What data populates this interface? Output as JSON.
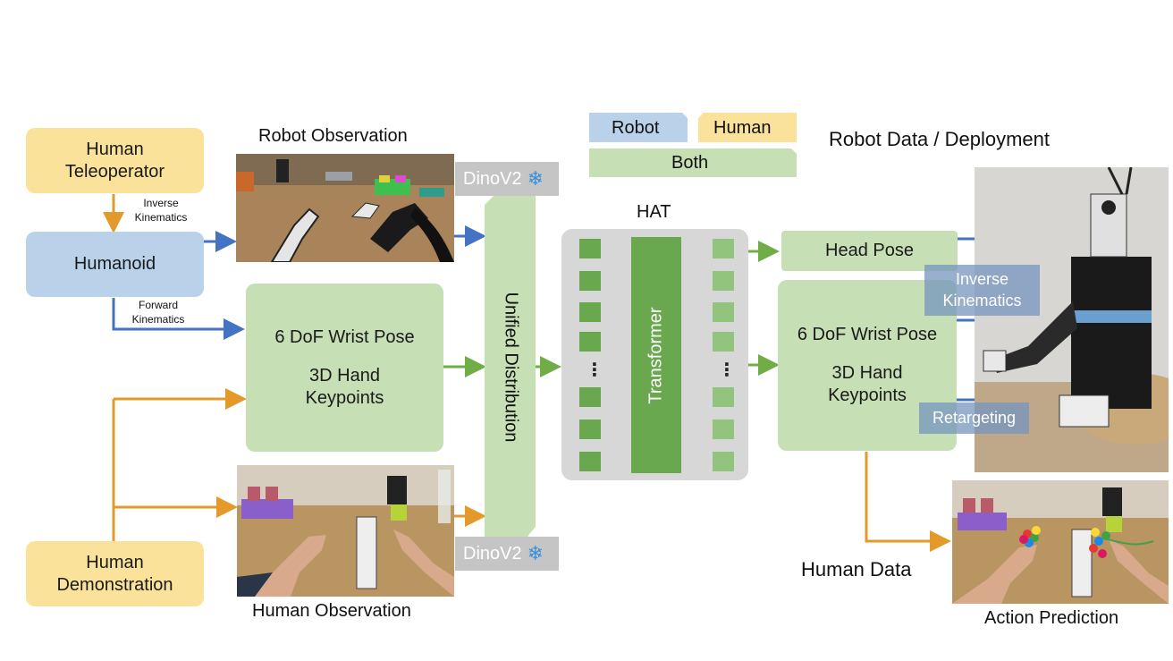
{
  "legend": {
    "robot": "Robot",
    "human": "Human",
    "both": "Both"
  },
  "left": {
    "teleoperator": "Human\nTeleoperator",
    "humanoid": "Humanoid",
    "demonstration": "Human\nDemonstration",
    "inverse_kinematics": "Inverse\nKinematics",
    "forward_kinematics": "Forward\nKinematics"
  },
  "observations": {
    "robot": "Robot Observation",
    "human": "Human Observation"
  },
  "wrist_box": {
    "line1": "6 DoF Wrist Pose",
    "line2": "3D Hand\nKeypoints"
  },
  "encoder": {
    "label": "DinoV2",
    "unified": "Unified Distribution"
  },
  "hat": {
    "title": "HAT",
    "transformer": "Transformer",
    "dots": "⋮"
  },
  "outputs": {
    "head_pose": "Head Pose",
    "wrist": "6 DoF Wrist Pose",
    "keypoints": "3D Hand\nKeypoints",
    "inverse_kinematics": "Inverse\nKinematics",
    "retargeting": "Retargeting",
    "robot_deploy": "Robot Data / Deployment",
    "human_data": "Human Data",
    "action_prediction": "Action Prediction"
  },
  "colors": {
    "blue_arrow": "#4472c4",
    "orange_arrow": "#e39a2b",
    "green_arrow": "#70ad47"
  }
}
